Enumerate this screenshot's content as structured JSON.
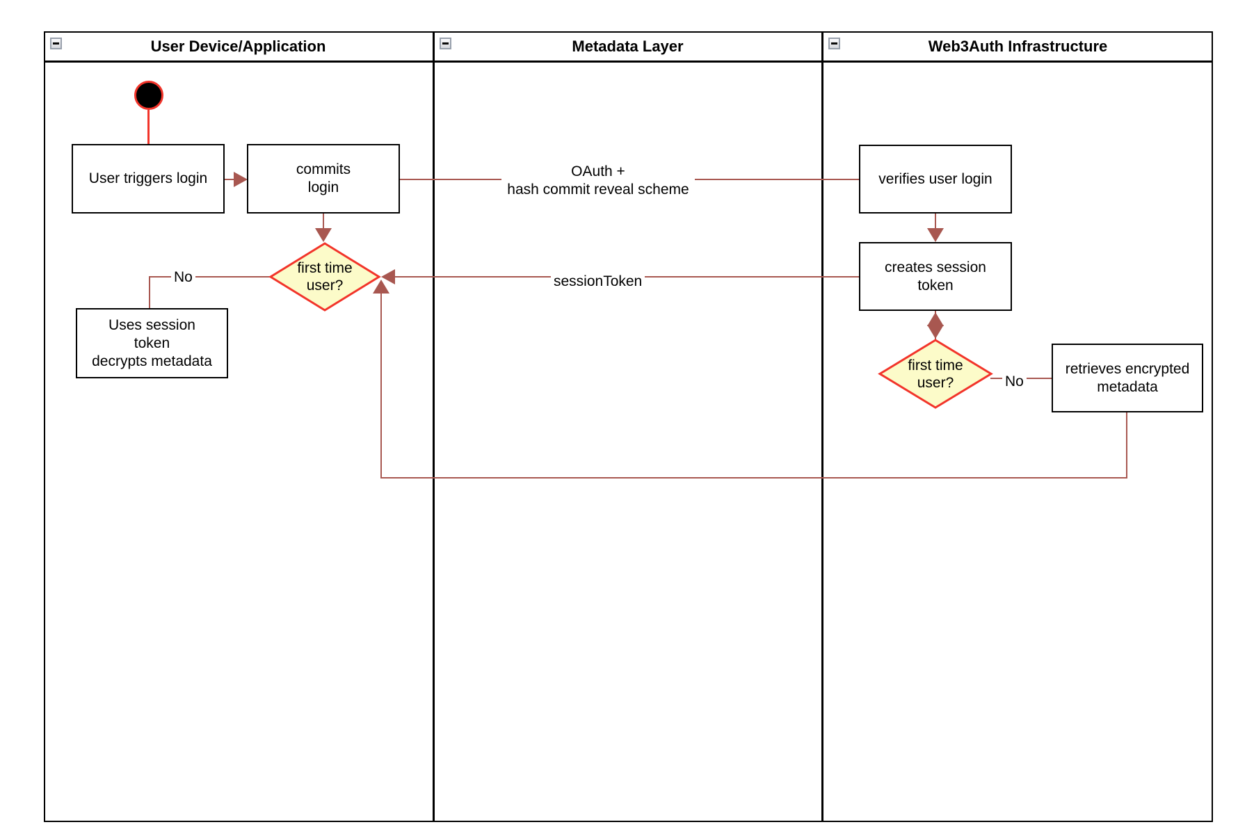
{
  "colors": {
    "edge": "#a85750",
    "accent": "#f2342a",
    "decision_fill": "#fcfbc9",
    "shape_border": "#000000"
  },
  "lanes": [
    {
      "title": "User Device/Application"
    },
    {
      "title": "Metadata Layer"
    },
    {
      "title": "Web3Auth Infrastructure"
    }
  ],
  "nodes": {
    "user_triggers": "User triggers login",
    "commits": "commits\nlogin",
    "decision_1": "first time\nuser?",
    "uses_session": "Uses session\ntoken\ndecrypts metadata",
    "verifies": "verifies user login",
    "creates": "creates session\ntoken",
    "decision_2": "first time\nuser?",
    "retrieves": "retrieves encrypted\nmetadata"
  },
  "edge_labels": {
    "oauth": "OAuth +\nhash commit reveal scheme",
    "session_token": "sessionToken",
    "no_1": "No",
    "no_2": "No"
  }
}
